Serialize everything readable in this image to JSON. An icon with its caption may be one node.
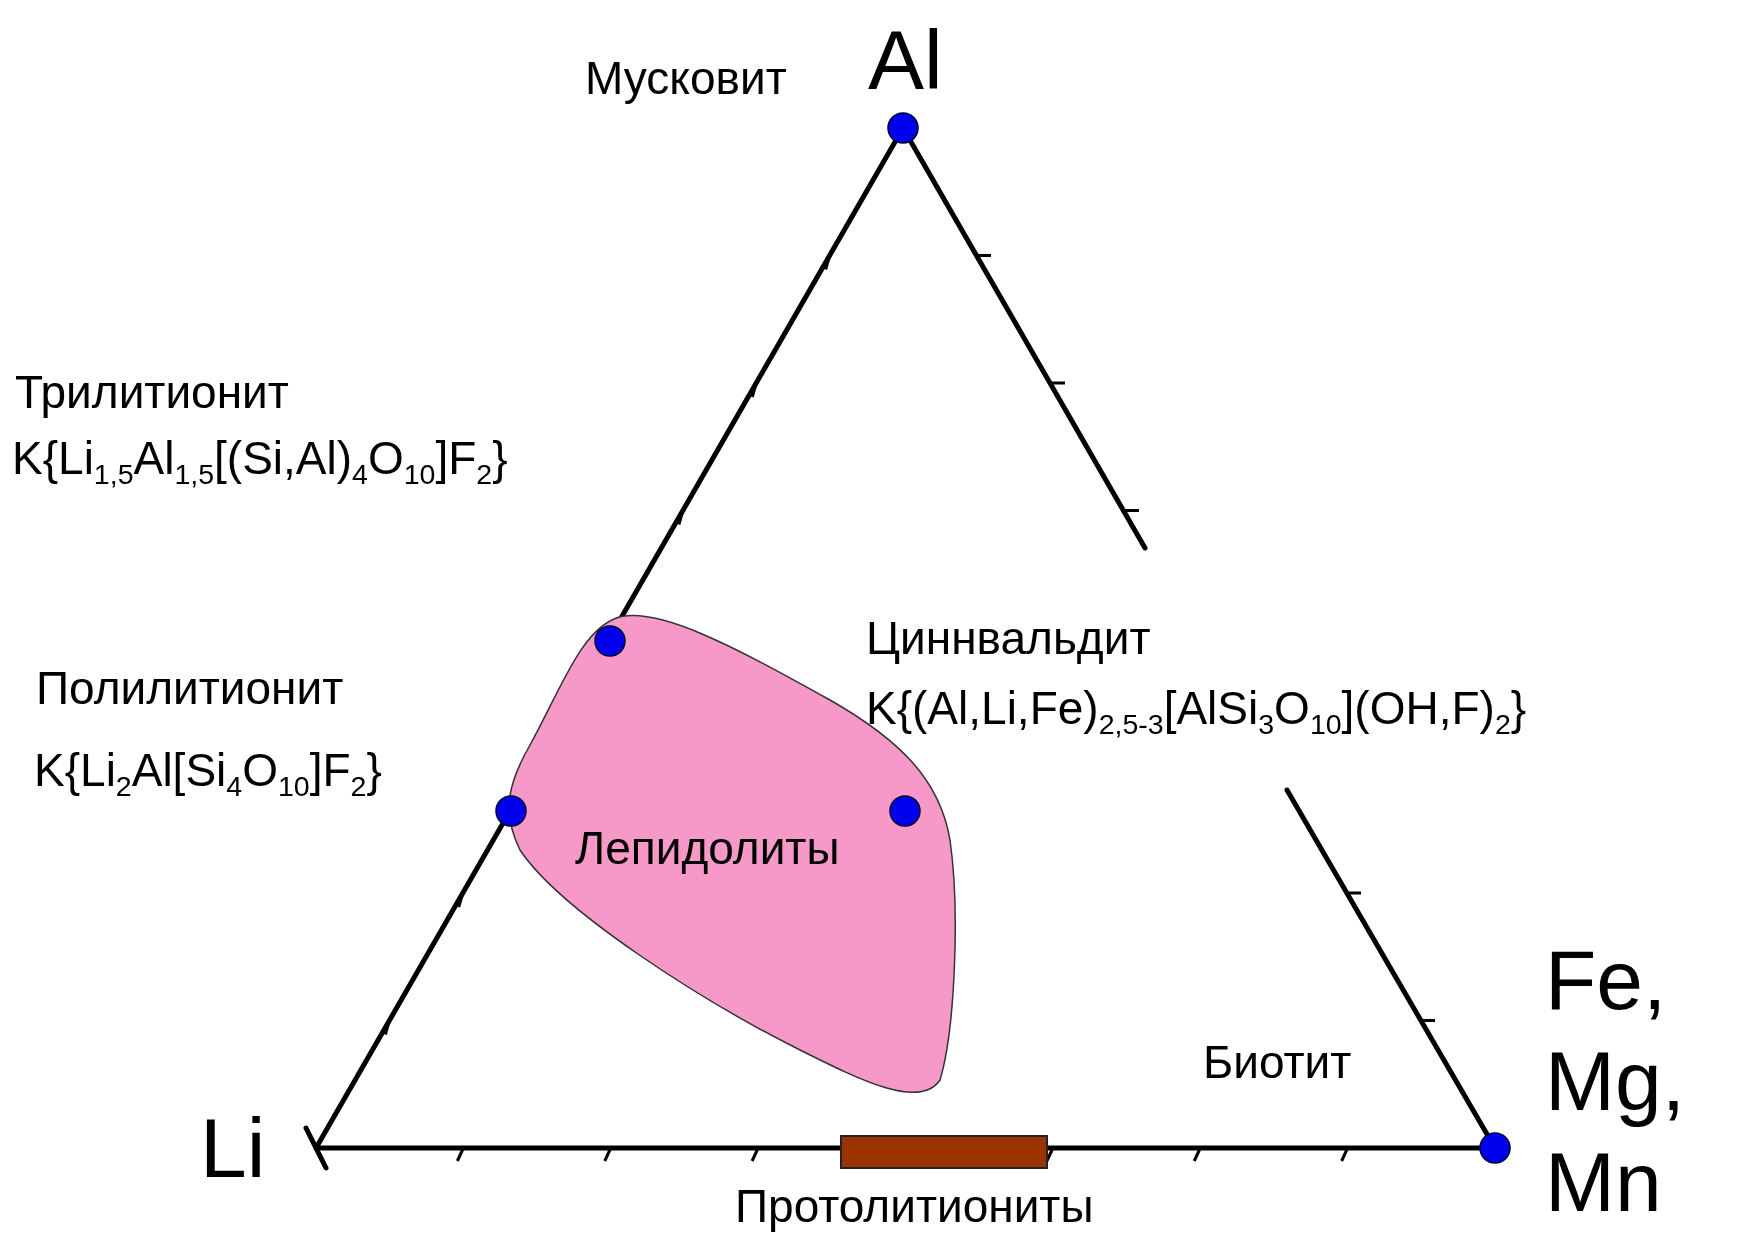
{
  "diagram": {
    "nodes": [
      {
        "text": [
          "Лепидолиты"
        ]
      },
      {
        "text": [],
        "shape": "bar",
        "beside": [
          "Протолитиониты"
        ]
      }
    ],
    "labels": [
      "Мусковит",
      "Al",
      "Трилитионит",
      "K{Li$_{1,5}$Al$_{1,5}$[(Si,Al)$_{4}$O$_{10}$]F$_{2}$}",
      "Циннвальдит",
      "K{(Al,Li,Fe)$_{2,5-3}$[AlSi$_{3}$O$_{10}$](OH,F)$_{2}$}",
      "Полилитионит",
      "K{Li$_{2}$Al[Si$_{4}$O$_{10}$]F$_{2}$}",
      "Биотит",
      "Fe, Mg, Mn",
      "Li"
    ]
  }
}
